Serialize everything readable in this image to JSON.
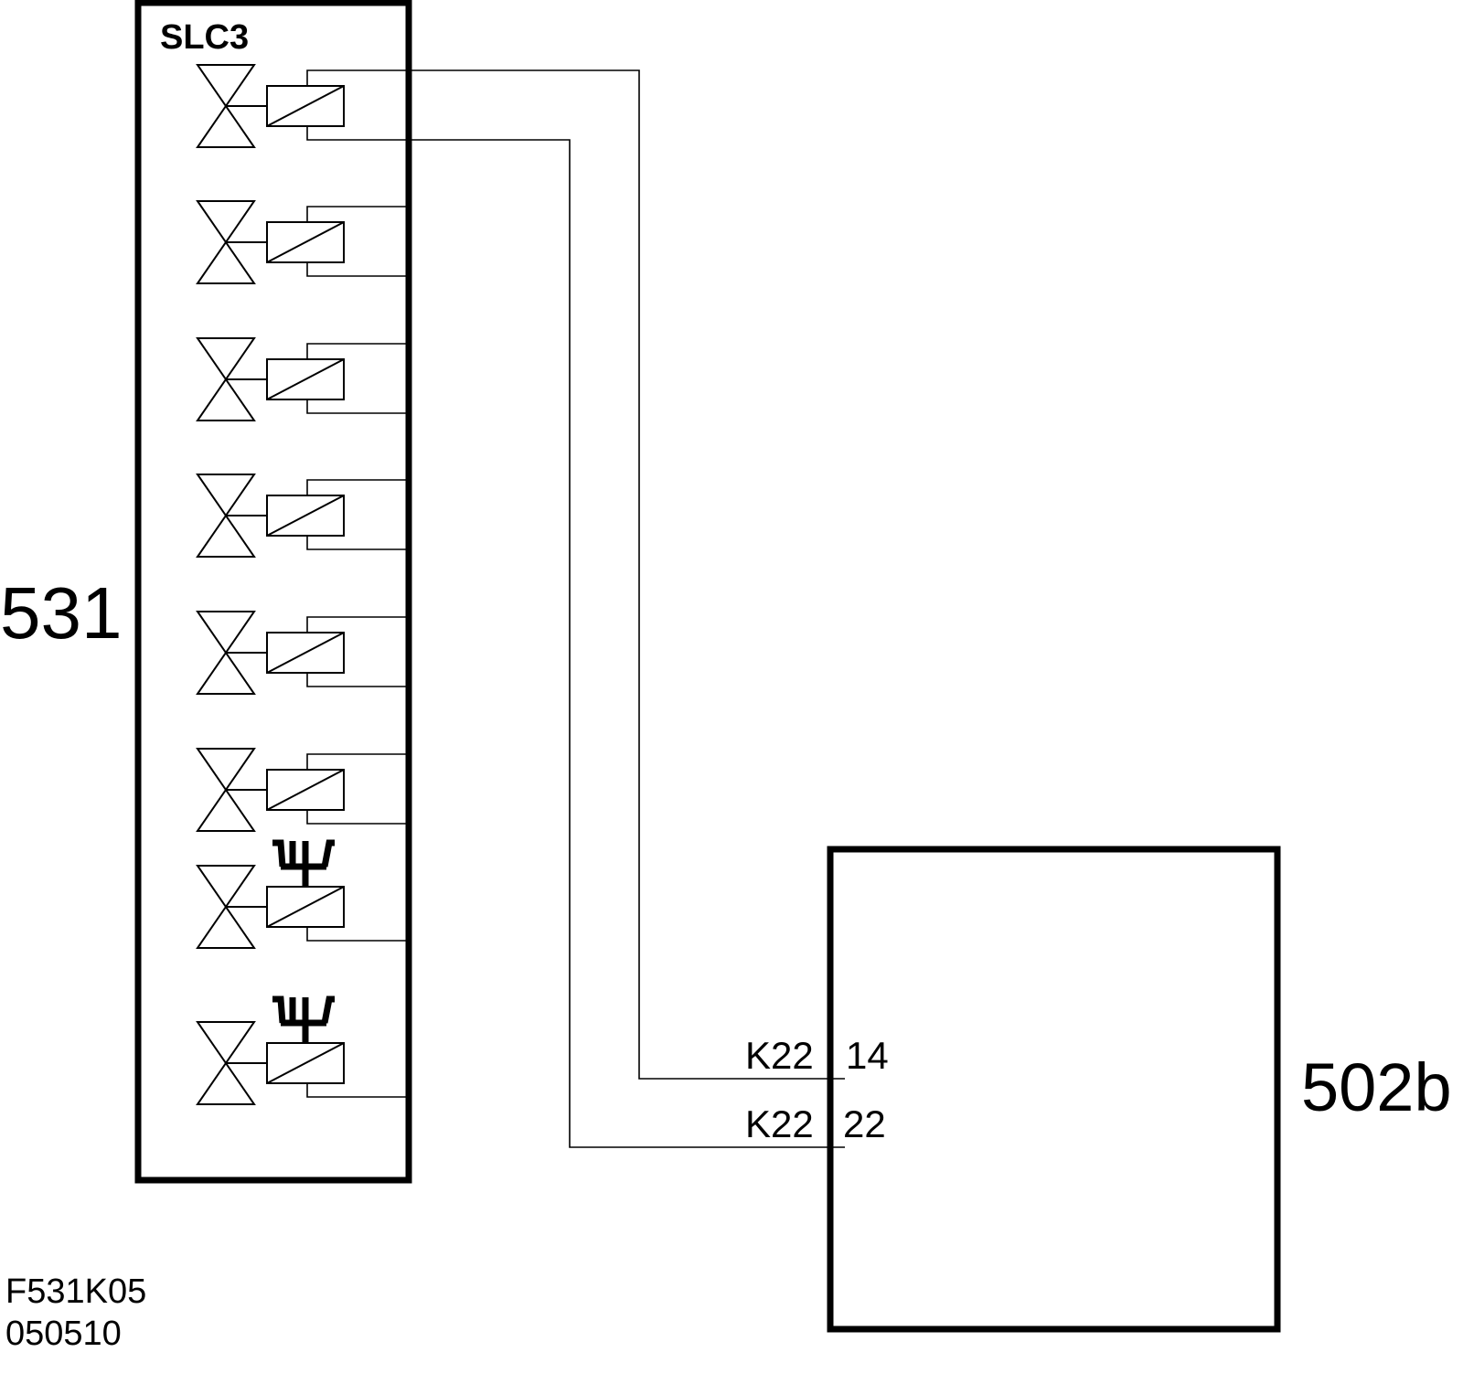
{
  "unit_531": {
    "label": "531",
    "sublabel": "SLC3",
    "valve_count": 8,
    "manual_override_valves": 2
  },
  "unit_502b": {
    "label": "502b",
    "terminals": [
      {
        "relay": "K22",
        "pin": "14"
      },
      {
        "relay": "K22",
        "pin": "22"
      }
    ]
  },
  "footer": {
    "drawing_id": "F531K05",
    "date_code": "050510"
  }
}
